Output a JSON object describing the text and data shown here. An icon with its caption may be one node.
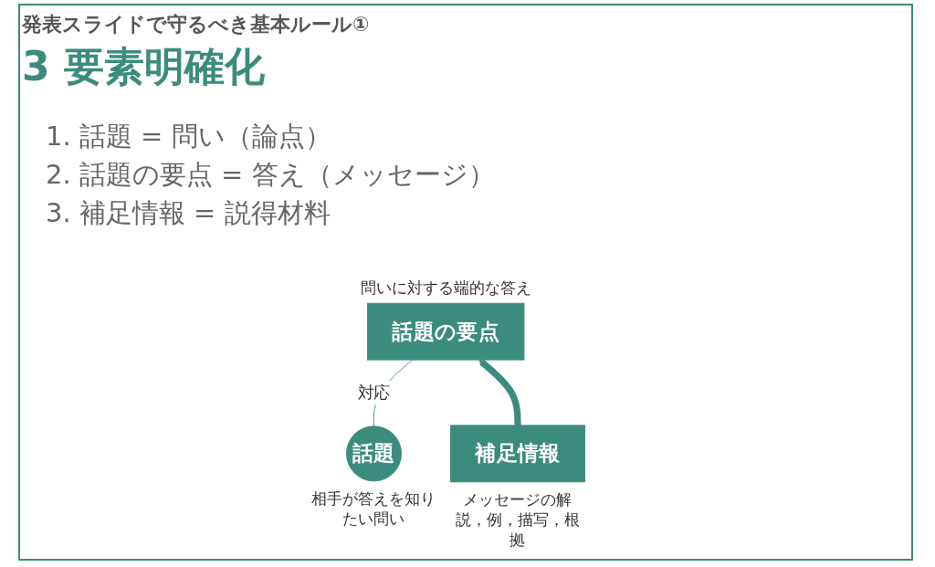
{
  "diagram": {
    "title": "3 要素明確化",
    "nodes": [
      {
        "text": [
          "話題"
        ],
        "beside": [
          "相手が答えを知りたい問い"
        ]
      },
      {
        "text": [
          "話題の要点"
        ],
        "beside": [
          "問いに対する端的な答え"
        ]
      },
      {
        "text": [
          "補足情報"
        ],
        "beside": [
          "メッセージの解説，例，描写，根拠"
        ]
      }
    ],
    "edges": [
      {
        "from": 0,
        "to": 1,
        "arrow": "none",
        "label": "対応"
      },
      {
        "from": 2,
        "to": 1,
        "arrow": "to",
        "style": "thick"
      }
    ],
    "labels": [
      "発表スライドで守るべき基本ルール①",
      "1. 話題 = 問い（論点）",
      "2. 話題の要点 = 答え（メッセージ）",
      "3. 補足情報 = 説得材料"
    ]
  }
}
